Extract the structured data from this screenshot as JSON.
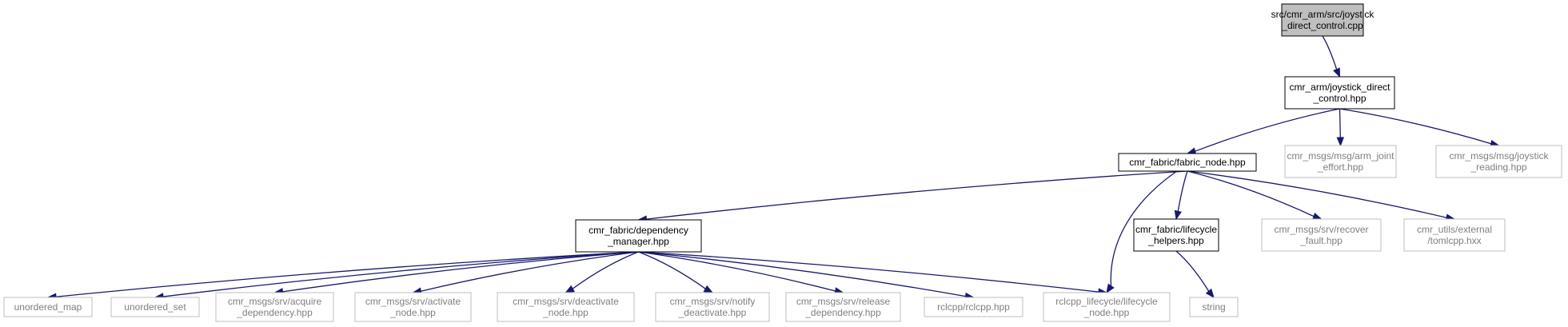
{
  "graph": {
    "colors": {
      "edge": "#191970",
      "root_fill": "#bfbfbf",
      "node_border": "#000000",
      "external_border": "#bfbfbf",
      "external_text": "#7f7f7f"
    },
    "nodes": {
      "root": {
        "kind": "root",
        "lines": [
          "src/cmr_arm/src/joystick",
          "_direct_control.cpp"
        ]
      },
      "jdc_hpp": {
        "kind": "normal",
        "lines": [
          "cmr_arm/joystick_direct",
          "_control.hpp"
        ]
      },
      "fabric_node": {
        "kind": "normal",
        "lines": [
          "cmr_fabric/fabric_node.hpp"
        ]
      },
      "arm_joint": {
        "kind": "external",
        "lines": [
          "cmr_msgs/msg/arm_joint",
          "_effort.hpp"
        ]
      },
      "joystick_reading": {
        "kind": "external",
        "lines": [
          "cmr_msgs/msg/joystick",
          "_reading.hpp"
        ]
      },
      "dep_manager": {
        "kind": "normal",
        "lines": [
          "cmr_fabric/dependency",
          "_manager.hpp"
        ]
      },
      "lifecycle_helpers": {
        "kind": "normal",
        "lines": [
          "cmr_fabric/lifecycle",
          "_helpers.hpp"
        ]
      },
      "recover_fault": {
        "kind": "external",
        "lines": [
          "cmr_msgs/srv/recover",
          "_fault.hpp"
        ]
      },
      "tomlcpp": {
        "kind": "external",
        "lines": [
          "cmr_utils/external",
          "/tomlcpp.hxx"
        ]
      },
      "unordered_map": {
        "kind": "external",
        "lines": [
          "unordered_map"
        ]
      },
      "unordered_set": {
        "kind": "external",
        "lines": [
          "unordered_set"
        ]
      },
      "acquire": {
        "kind": "external",
        "lines": [
          "cmr_msgs/srv/acquire",
          "_dependency.hpp"
        ]
      },
      "activate": {
        "kind": "external",
        "lines": [
          "cmr_msgs/srv/activate",
          "_node.hpp"
        ]
      },
      "deactivate": {
        "kind": "external",
        "lines": [
          "cmr_msgs/srv/deactivate",
          "_node.hpp"
        ]
      },
      "notify": {
        "kind": "external",
        "lines": [
          "cmr_msgs/srv/notify",
          "_deactivate.hpp"
        ]
      },
      "release": {
        "kind": "external",
        "lines": [
          "cmr_msgs/srv/release",
          "_dependency.hpp"
        ]
      },
      "rclcpp": {
        "kind": "external",
        "lines": [
          "rclcpp/rclcpp.hpp"
        ]
      },
      "rclcpp_lifecycle": {
        "kind": "external",
        "lines": [
          "rclcpp_lifecycle/lifecycle",
          "_node.hpp"
        ]
      },
      "string": {
        "kind": "external",
        "lines": [
          "string"
        ]
      }
    },
    "edges": [
      [
        "root",
        "jdc_hpp"
      ],
      [
        "jdc_hpp",
        "fabric_node"
      ],
      [
        "jdc_hpp",
        "arm_joint"
      ],
      [
        "jdc_hpp",
        "joystick_reading"
      ],
      [
        "fabric_node",
        "dep_manager"
      ],
      [
        "fabric_node",
        "rclcpp_lifecycle"
      ],
      [
        "fabric_node",
        "lifecycle_helpers"
      ],
      [
        "fabric_node",
        "recover_fault"
      ],
      [
        "fabric_node",
        "tomlcpp"
      ],
      [
        "dep_manager",
        "unordered_map"
      ],
      [
        "dep_manager",
        "unordered_set"
      ],
      [
        "dep_manager",
        "acquire"
      ],
      [
        "dep_manager",
        "activate"
      ],
      [
        "dep_manager",
        "deactivate"
      ],
      [
        "dep_manager",
        "notify"
      ],
      [
        "dep_manager",
        "release"
      ],
      [
        "dep_manager",
        "rclcpp"
      ],
      [
        "dep_manager",
        "rclcpp_lifecycle"
      ],
      [
        "lifecycle_helpers",
        "string"
      ]
    ]
  }
}
